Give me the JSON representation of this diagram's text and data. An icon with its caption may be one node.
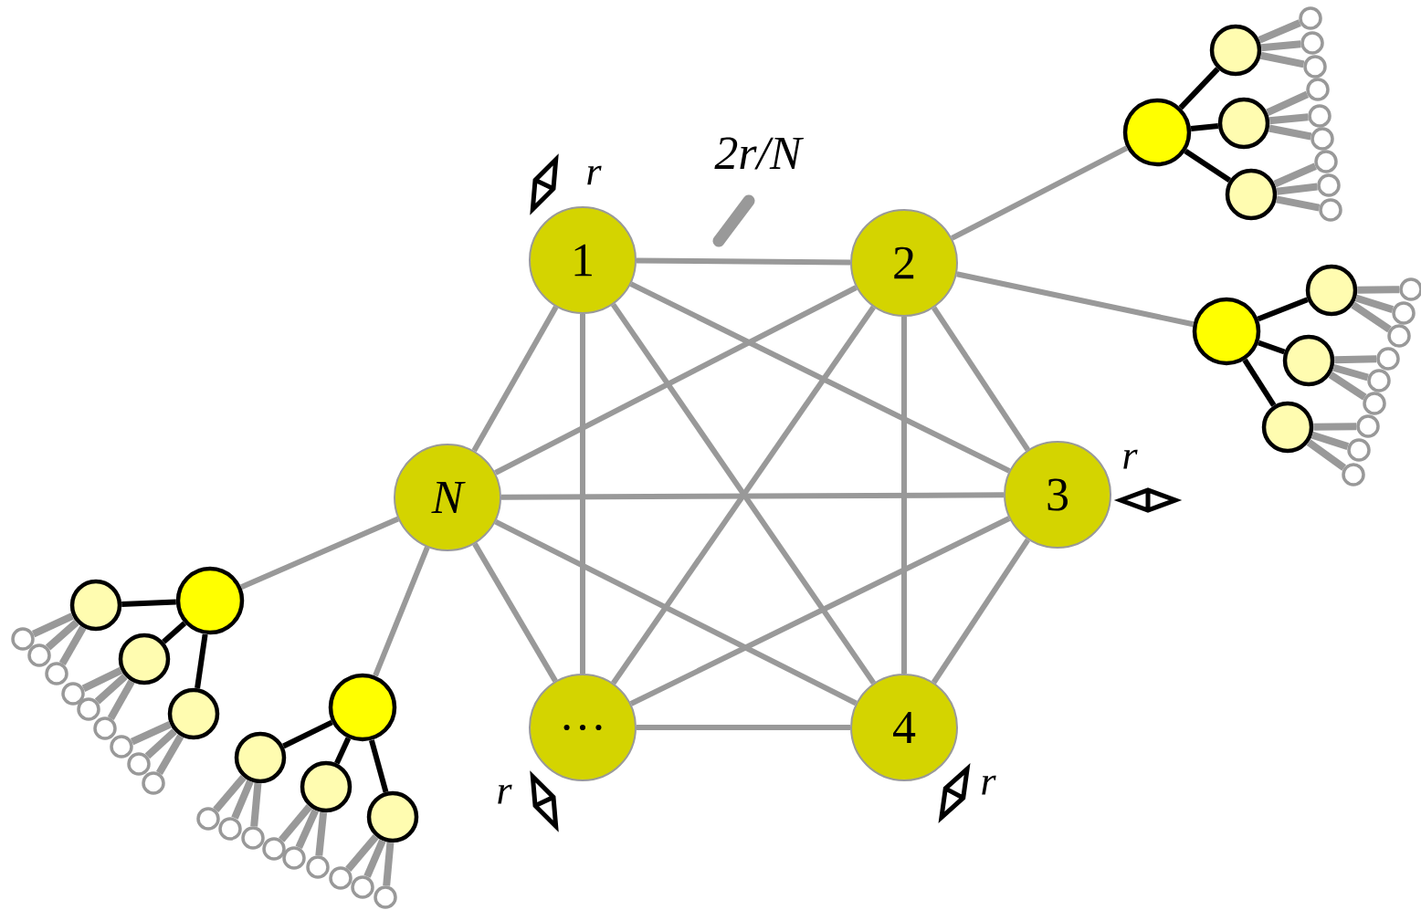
{
  "diagram": {
    "nodes": [
      {
        "text": [
          "1"
        ]
      },
      {
        "text": [
          "2"
        ]
      },
      {
        "text": [
          "3"
        ]
      },
      {
        "text": [
          "4"
        ]
      },
      {
        "text": [
          "…"
        ]
      },
      {
        "text": [
          "N"
        ]
      },
      {
        "text": [],
        "shape": "circle"
      },
      {
        "text": [],
        "shape": "circle"
      },
      {
        "text": [],
        "shape": "circle"
      },
      {
        "text": [],
        "shape": "circle"
      },
      {
        "text": [],
        "shape": "circle"
      },
      {
        "text": [],
        "shape": "circle"
      },
      {
        "text": [],
        "shape": "circle"
      },
      {
        "text": [],
        "shape": "circle"
      },
      {
        "text": [],
        "shape": "circle"
      },
      {
        "text": [],
        "shape": "circle"
      },
      {
        "text": [],
        "shape": "circle"
      },
      {
        "text": [],
        "shape": "circle"
      },
      {
        "text": [],
        "shape": "circle"
      },
      {
        "text": [],
        "shape": "circle"
      },
      {
        "text": [],
        "shape": "circle"
      },
      {
        "text": [],
        "shape": "circle"
      },
      {
        "text": [],
        "shape": "circle"
      },
      {
        "text": [],
        "shape": "circle"
      },
      {
        "text": [],
        "shape": "circle"
      },
      {
        "text": [],
        "shape": "circle"
      },
      {
        "text": [],
        "shape": "circle"
      },
      {
        "text": [],
        "shape": "circle"
      },
      {
        "text": [],
        "shape": "circle"
      },
      {
        "text": [],
        "shape": "circle"
      },
      {
        "text": [],
        "shape": "circle"
      },
      {
        "text": [],
        "shape": "circle"
      },
      {
        "text": [],
        "shape": "circle"
      },
      {
        "text": [],
        "shape": "circle"
      },
      {
        "text": [],
        "shape": "circle"
      },
      {
        "text": [],
        "shape": "circle"
      },
      {
        "text": [],
        "shape": "circle"
      },
      {
        "text": [],
        "shape": "circle"
      },
      {
        "text": [],
        "shape": "circle"
      },
      {
        "text": [],
        "shape": "circle"
      },
      {
        "text": [],
        "shape": "circle"
      },
      {
        "text": [],
        "shape": "circle"
      },
      {
        "text": [],
        "shape": "circle"
      },
      {
        "text": [],
        "shape": "circle"
      },
      {
        "text": [],
        "shape": "circle"
      },
      {
        "text": [],
        "shape": "circle"
      },
      {
        "text": [],
        "shape": "circle"
      },
      {
        "text": [],
        "shape": "circle"
      },
      {
        "text": [],
        "shape": "circle"
      },
      {
        "text": [],
        "shape": "circle"
      },
      {
        "text": [],
        "shape": "circle"
      },
      {
        "text": [],
        "shape": "circle"
      },
      {
        "text": [],
        "shape": "circle"
      },
      {
        "text": [],
        "shape": "circle"
      },
      {
        "text": [],
        "shape": "circle"
      },
      {
        "text": [],
        "shape": "circle"
      },
      {
        "text": [],
        "shape": "circle"
      },
      {
        "text": [],
        "shape": "circle"
      }
    ],
    "edges": [
      {
        "from": 0,
        "to": 1,
        "arrow": "none",
        "label": "2r/N"
      },
      {
        "from": 0,
        "to": 2,
        "arrow": "none"
      },
      {
        "from": 0,
        "to": 3,
        "arrow": "none"
      },
      {
        "from": 0,
        "to": 4,
        "arrow": "none"
      },
      {
        "from": 0,
        "to": 5,
        "arrow": "none"
      },
      {
        "from": 1,
        "to": 2,
        "arrow": "none"
      },
      {
        "from": 1,
        "to": 3,
        "arrow": "none"
      },
      {
        "from": 1,
        "to": 4,
        "arrow": "none"
      },
      {
        "from": 1,
        "to": 5,
        "arrow": "none"
      },
      {
        "from": 2,
        "to": 3,
        "arrow": "none"
      },
      {
        "from": 2,
        "to": 4,
        "arrow": "none"
      },
      {
        "from": 2,
        "to": 5,
        "arrow": "none"
      },
      {
        "from": 3,
        "to": 4,
        "arrow": "none"
      },
      {
        "from": 3,
        "to": 5,
        "arrow": "none"
      },
      {
        "from": 4,
        "to": 5,
        "arrow": "none"
      },
      {
        "from": 1,
        "to": 6,
        "arrow": "none"
      },
      {
        "from": 1,
        "to": 19,
        "arrow": "none"
      },
      {
        "from": 5,
        "to": 32,
        "arrow": "none"
      },
      {
        "from": 5,
        "to": 45,
        "arrow": "none"
      },
      {
        "from": 6,
        "to": 7,
        "arrow": "none",
        "color": "#000000"
      },
      {
        "from": 6,
        "to": 8,
        "arrow": "none",
        "color": "#000000"
      },
      {
        "from": 6,
        "to": 9,
        "arrow": "none",
        "color": "#000000"
      },
      {
        "from": 7,
        "to": 10,
        "arrow": "none"
      },
      {
        "from": 7,
        "to": 11,
        "arrow": "none"
      },
      {
        "from": 7,
        "to": 12,
        "arrow": "none"
      },
      {
        "from": 8,
        "to": 13,
        "arrow": "none"
      },
      {
        "from": 8,
        "to": 14,
        "arrow": "none"
      },
      {
        "from": 8,
        "to": 15,
        "arrow": "none"
      },
      {
        "from": 9,
        "to": 16,
        "arrow": "none"
      },
      {
        "from": 9,
        "to": 17,
        "arrow": "none"
      },
      {
        "from": 9,
        "to": 18,
        "arrow": "none"
      },
      {
        "from": 19,
        "to": 20,
        "arrow": "none",
        "color": "#000000"
      },
      {
        "from": 19,
        "to": 21,
        "arrow": "none",
        "color": "#000000"
      },
      {
        "from": 19,
        "to": 22,
        "arrow": "none",
        "color": "#000000"
      },
      {
        "from": 20,
        "to": 23,
        "arrow": "none"
      },
      {
        "from": 20,
        "to": 24,
        "arrow": "none"
      },
      {
        "from": 20,
        "to": 25,
        "arrow": "none"
      },
      {
        "from": 21,
        "to": 26,
        "arrow": "none"
      },
      {
        "from": 21,
        "to": 27,
        "arrow": "none"
      },
      {
        "from": 21,
        "to": 28,
        "arrow": "none"
      },
      {
        "from": 22,
        "to": 29,
        "arrow": "none"
      },
      {
        "from": 22,
        "to": 30,
        "arrow": "none"
      },
      {
        "from": 22,
        "to": 31,
        "arrow": "none"
      },
      {
        "from": 32,
        "to": 33,
        "arrow": "none",
        "color": "#000000"
      },
      {
        "from": 32,
        "to": 34,
        "arrow": "none",
        "color": "#000000"
      },
      {
        "from": 32,
        "to": 35,
        "arrow": "none",
        "color": "#000000"
      },
      {
        "from": 33,
        "to": 36,
        "arrow": "none"
      },
      {
        "from": 33,
        "to": 37,
        "arrow": "none"
      },
      {
        "from": 33,
        "to": 38,
        "arrow": "none"
      },
      {
        "from": 34,
        "to": 39,
        "arrow": "none"
      },
      {
        "from": 34,
        "to": 40,
        "arrow": "none"
      },
      {
        "from": 34,
        "to": 41,
        "arrow": "none"
      },
      {
        "from": 35,
        "to": 42,
        "arrow": "none"
      },
      {
        "from": 35,
        "to": 43,
        "arrow": "none"
      },
      {
        "from": 35,
        "to": 44,
        "arrow": "none"
      },
      {
        "from": 45,
        "to": 46,
        "arrow": "none",
        "color": "#000000"
      },
      {
        "from": 45,
        "to": 47,
        "arrow": "none",
        "color": "#000000"
      },
      {
        "from": 45,
        "to": 48,
        "arrow": "none",
        "color": "#000000"
      },
      {
        "from": 46,
        "to": 49,
        "arrow": "none"
      },
      {
        "from": 46,
        "to": 50,
        "arrow": "none"
      },
      {
        "from": 46,
        "to": 51,
        "arrow": "none"
      },
      {
        "from": 47,
        "to": 52,
        "arrow": "none"
      },
      {
        "from": 47,
        "to": 53,
        "arrow": "none"
      },
      {
        "from": 47,
        "to": 54,
        "arrow": "none"
      },
      {
        "from": 48,
        "to": 55,
        "arrow": "none"
      },
      {
        "from": 48,
        "to": 56,
        "arrow": "none"
      },
      {
        "from": 48,
        "to": 57,
        "arrow": "none"
      }
    ],
    "labels": [
      "r",
      "r",
      "r",
      "r"
    ]
  }
}
